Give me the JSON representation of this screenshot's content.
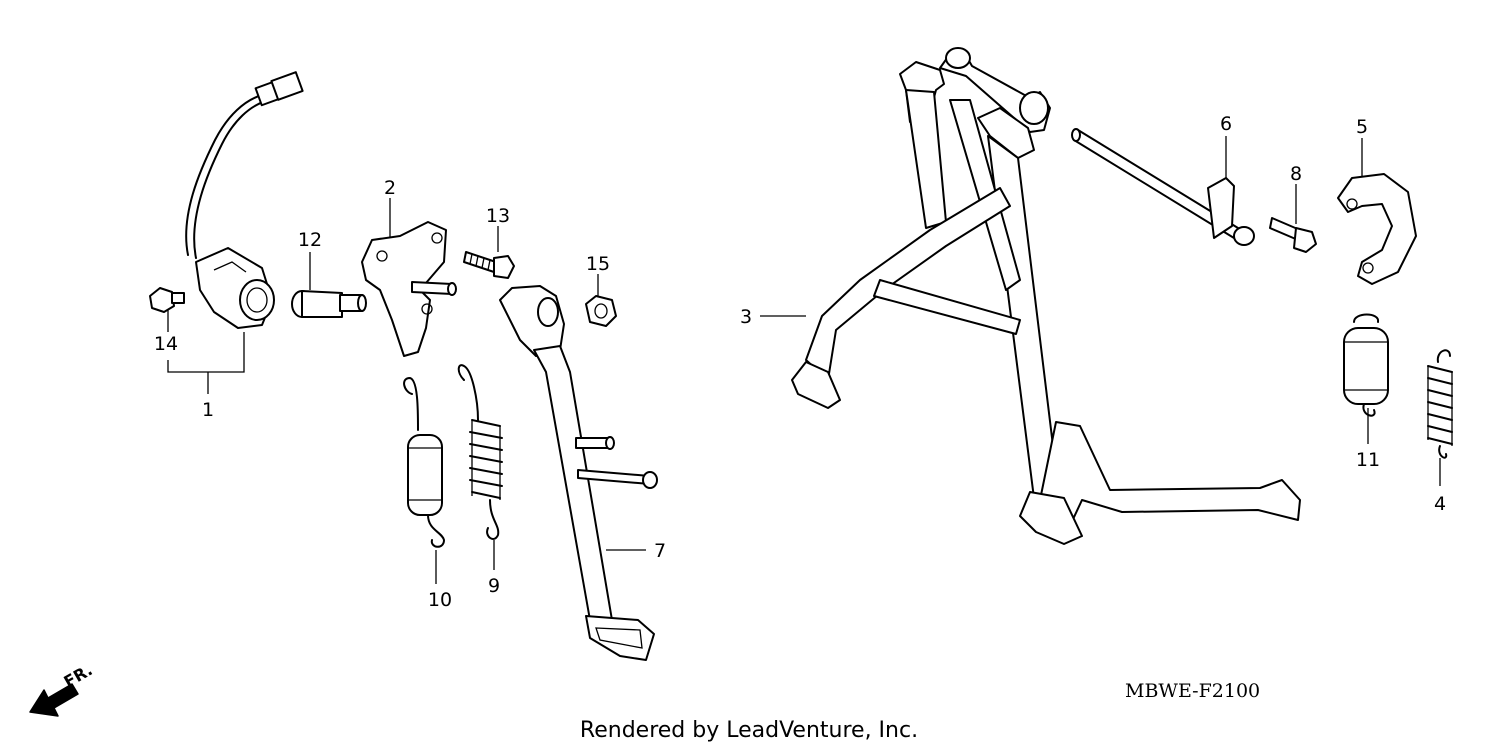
{
  "callouts": [
    "1",
    "2",
    "3",
    "4",
    "5",
    "6",
    "7",
    "8",
    "9",
    "10",
    "11",
    "12",
    "13",
    "14",
    "15"
  ],
  "diagram_code": "MBWE-F2100",
  "footer": "Rendered by LeadVenture, Inc.",
  "direction_label": "FR."
}
